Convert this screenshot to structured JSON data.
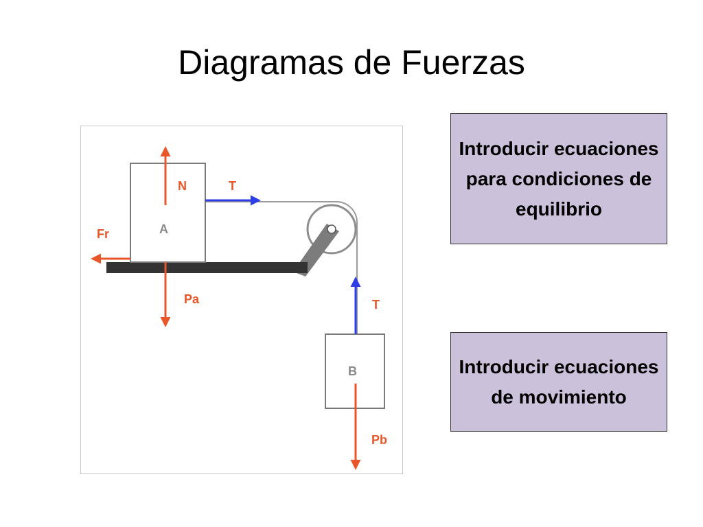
{
  "title": "Diagramas de Fuerzas",
  "diagram": {
    "labels": {
      "block_a": "A",
      "block_b": "B",
      "normal": "N",
      "tension_a": "T",
      "tension_b": "T",
      "friction": "Fr",
      "weight_a": "Pa",
      "weight_b": "Pb"
    },
    "colors": {
      "force": "#e8562a",
      "tension": "#2d3ee6",
      "block_text": "#8a8a8a",
      "surface": "#333333"
    }
  },
  "boxes": [
    {
      "text": "Introducir ecuaciones para condiciones de equilibrio"
    },
    {
      "text": "Introducir ecuaciones de movimiento"
    }
  ]
}
